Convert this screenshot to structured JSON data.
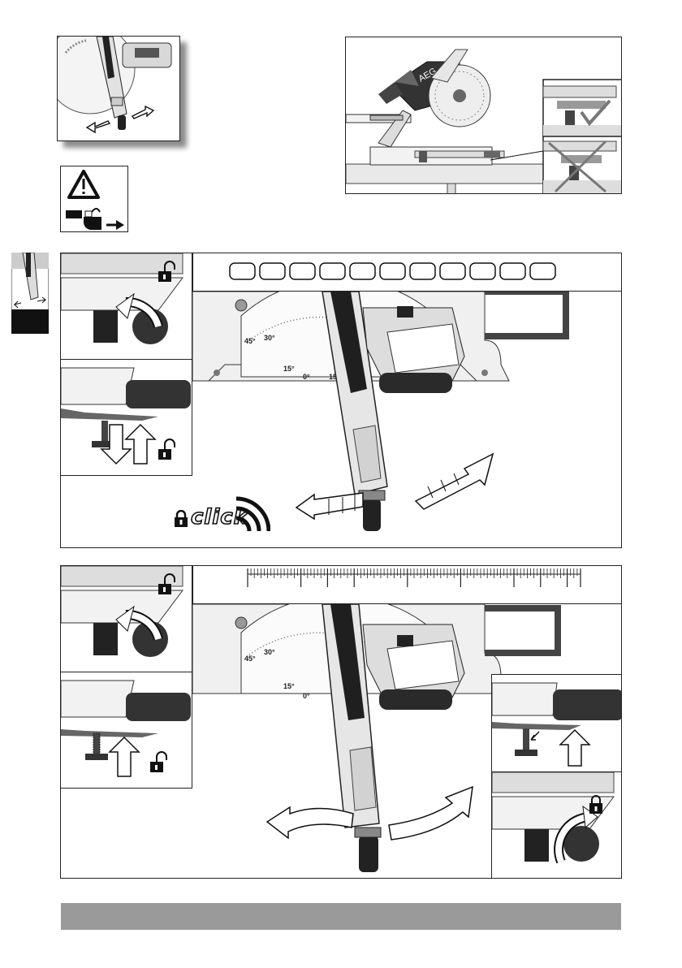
{
  "page": {
    "background": "#ffffff",
    "footer_bar_color": "#9a9a9a"
  },
  "figure_top_left": {
    "icon": "miter-handle-swing-icon"
  },
  "warning_box": {
    "icons": [
      "warning-triangle-icon",
      "unplug-battery-icon"
    ]
  },
  "figure_top_right": {
    "brand": "AEG",
    "check": "check-mark-icon",
    "cross": "cross-mark-icon"
  },
  "side_tab": {
    "icon": "miter-handle-thumbnail-icon"
  },
  "figure_miter_unlock": {
    "badge_count": 11,
    "click_label": "click",
    "scale_labels": [
      "45°",
      "30°",
      "15°",
      "0°",
      "15°"
    ],
    "icons": [
      "unlock-icon",
      "lock-icon",
      "sound-waves-icon"
    ]
  },
  "figure_miter_adjust": {
    "scale_labels": [
      "45°",
      "30°",
      "15°",
      "0°"
    ],
    "icons": [
      "unlock-icon",
      "lock-icon",
      "ruler-scale-icon"
    ]
  }
}
